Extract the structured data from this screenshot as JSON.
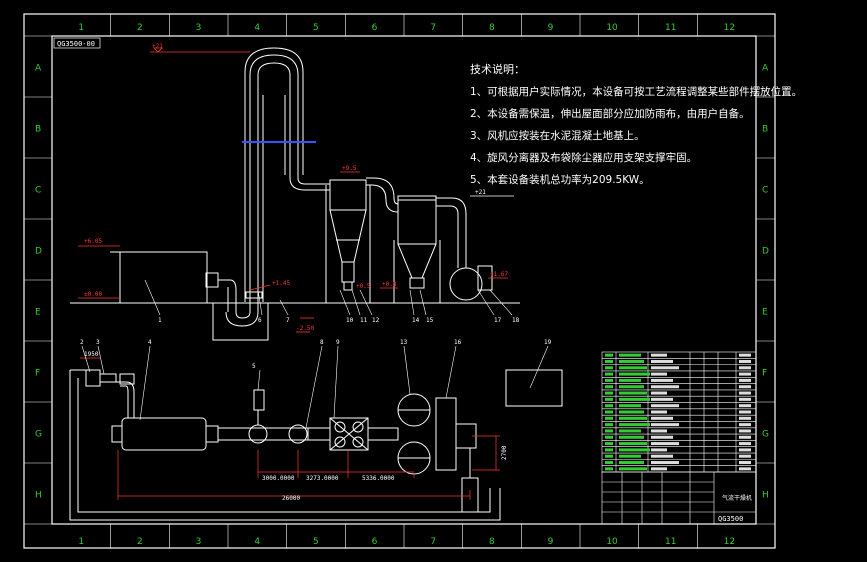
{
  "drawing": {
    "code": "QG3500-00",
    "titleblock_code": "QG3500",
    "titleblock_name": "气流干燥机"
  },
  "grid": {
    "columns": [
      "1",
      "2",
      "3",
      "4",
      "5",
      "6",
      "7",
      "8",
      "9",
      "10",
      "11",
      "12"
    ],
    "rows": [
      "A",
      "B",
      "C",
      "D",
      "E",
      "F",
      "G",
      "H"
    ]
  },
  "notes": {
    "heading": "技术说明：",
    "lines": [
      "1、可根据用户实际情况，本设备可按工艺流程调整某些部件摆放位置。",
      "2、本设备需保温，伸出屋面部分应加防雨布，由用户自备。",
      "3、风机应按装在水泥混凝土地基上。",
      "4、旋风分离器及布袋除尘器应用支架支撑牢固。",
      "5、本套设备装机总功率为209.5KW。"
    ]
  },
  "elevations": {
    "top": "+21",
    "cyclone_top": "+9.5",
    "left_unit": "+6.05",
    "ground": "±0.00",
    "pit": "-2.50",
    "pipe_inlet": "+1.45",
    "cyclone_base": "+0.5",
    "filter_base": "+0.8",
    "fan": "+1.67"
  },
  "dimensions": {
    "d1": "3000.0000",
    "d2": "3273.0000",
    "d3": "5336.0000",
    "total": "26000",
    "height": "2700",
    "small": "1950"
  },
  "callouts": [
    "1",
    "2",
    "3",
    "4",
    "5",
    "6",
    "7",
    "8",
    "9",
    "10",
    "11",
    "12",
    "13",
    "14",
    "15",
    "16",
    "17",
    "18",
    "19"
  ],
  "colors": {
    "background": "#000000",
    "border": "#ffffff",
    "grid_text": "#33cc33",
    "leader": "#ff3333",
    "band": "#3355ff",
    "text": "#ffffff"
  }
}
